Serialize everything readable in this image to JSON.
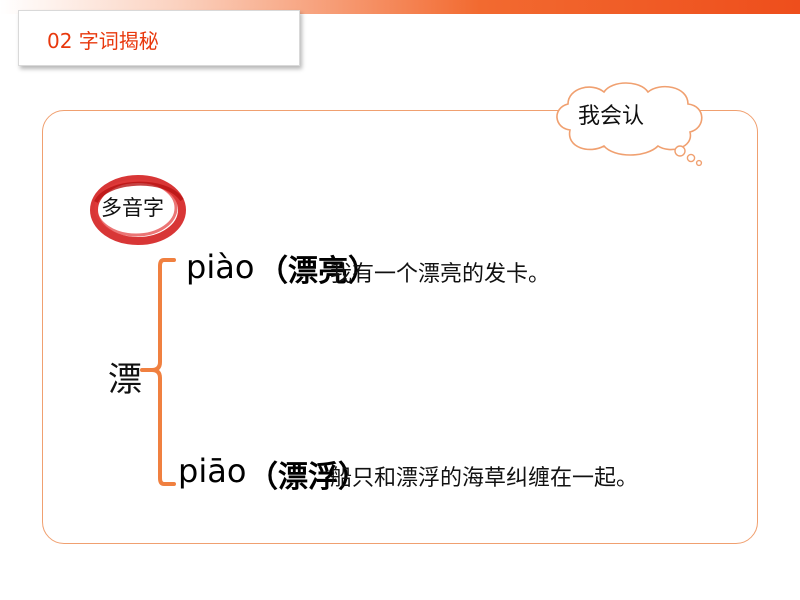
{
  "header": {
    "title": "02  字词揭秘"
  },
  "callout": {
    "label": "我会认"
  },
  "stamp": {
    "label": "多音字"
  },
  "character": "漂",
  "readings": [
    {
      "pinyin": "piào",
      "word": "（漂亮）",
      "sentence": "我有一个漂亮的发卡。"
    },
    {
      "pinyin": "piāo",
      "word": "（漂浮）",
      "sentence": "船只和漂浮的海草纠缠在一起。"
    }
  ],
  "colors": {
    "accent": "#e8380d",
    "frame": "#f0a070",
    "brace": "#f08040",
    "stamp": "#d42020"
  }
}
